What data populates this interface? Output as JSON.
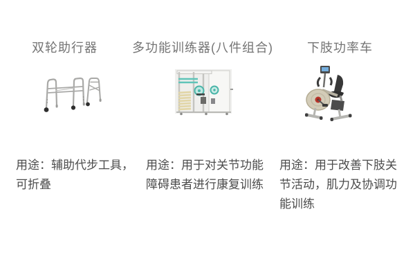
{
  "page": {
    "background": "#ffffff"
  },
  "colors": {
    "title_text": "#747474",
    "description_text": "#4c4c4c",
    "walker_metal_gray": "#a9a9a7",
    "trainer_accent_teal": "#5fc4b8",
    "trainer_slat_cream": "#e2d6a8",
    "bike_body_beige": "#d3ccb8",
    "bike_hub_red": "#b8352b"
  },
  "products": [
    {
      "title": "双轮助行器",
      "image": "two-wheel-folding-walker-photo",
      "usage": "用途：辅助代步工具，可折叠",
      "desc_lines": [
        "用途：辅助代步工具，",
        "可折叠"
      ]
    },
    {
      "title": "多功能训练器(八件组合)",
      "image": "multifunction-trainer-eight-piece-photo",
      "usage": "用途：用于对关节功能障碍患者进行康复训练",
      "desc_lines": [
        "用途：用于对关节功能",
        "障碍患者进行康复训练"
      ]
    },
    {
      "title": "下肢功率车",
      "image": "lower-limb-exercise-bike-photo",
      "usage": "用途：用于改善下肢关节活动，肌力及协调功能训练",
      "desc_lines": [
        "用途：用于改善下肢关",
        "节活动，肌力及协调功",
        "能训练"
      ]
    }
  ]
}
